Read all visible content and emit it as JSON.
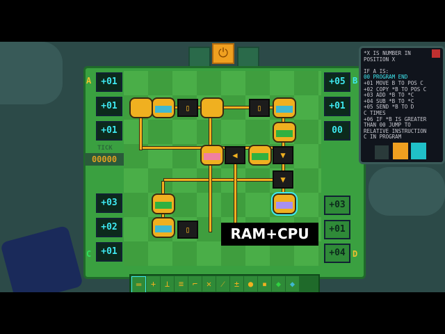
{
  "game": {
    "top_buttons": {
      "pause": "pause-icon",
      "power": "power-icon",
      "stop": "stop-icon"
    },
    "ports": {
      "a": "A",
      "b": "B",
      "c": "C",
      "d": "D"
    },
    "left_registers_top": [
      "+01",
      "+01",
      "+01"
    ],
    "left_registers_bottom": [
      "+03",
      "+02",
      "+01"
    ],
    "right_registers_top": [
      "+05",
      "+01",
      "00"
    ],
    "right_registers_bottom": [
      "+03",
      "+01",
      "+04"
    ],
    "tick": {
      "label": "TICK",
      "value": "00000"
    },
    "toolbar": [
      "wire",
      "cross",
      "pin",
      "stack",
      "move",
      "delete",
      "diagonal",
      "plus-minus",
      "dome",
      "lock",
      "add-green",
      "copy-blue"
    ],
    "info_panel": {
      "lines": [
        "*X IS NUMBER IN",
        "POSITION X",
        "",
        "IF A IS:",
        "00 PROGRAM END",
        "+01 MOVE B TO POS C",
        "+02 COPY *B TO POS C",
        "+03 ADD *B TO *C",
        "+04 SUB *B TO *C",
        "+05 SEND *B TO D",
        "C TIMES",
        "+06 IF *B IS GREATER",
        "THAN 00 JUMP TO",
        "RELATIVE INSTRUCTION",
        "C IN PROGRAM"
      ]
    },
    "caption": "RAM+CPU",
    "colors": {
      "board": "#4aae48",
      "wire": "#f0b020",
      "register_text": "#3ee8f0",
      "accent": "#f0a020"
    }
  }
}
